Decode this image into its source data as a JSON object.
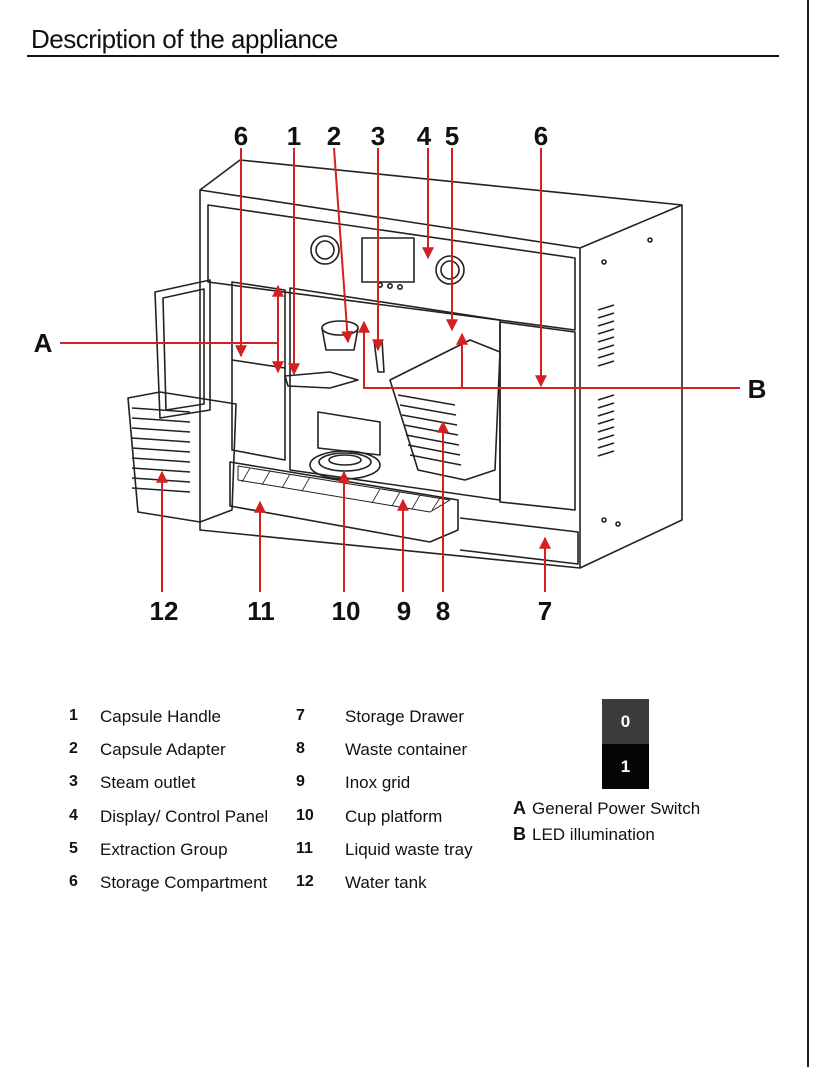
{
  "header": {
    "title": "Description of the appliance"
  },
  "callouts": {
    "top": [
      "6",
      "1",
      "2",
      "3",
      "4",
      "5",
      "6"
    ],
    "bottom": [
      "12",
      "11",
      "10",
      "9",
      "8",
      "7"
    ],
    "side_left": "A",
    "side_right": "B"
  },
  "legend": {
    "left": [
      {
        "num": "1",
        "label": "Capsule Handle"
      },
      {
        "num": "2",
        "label": "Capsule Adapter"
      },
      {
        "num": "3",
        "label": "Steam outlet"
      },
      {
        "num": "4",
        "label": "Display/ Control Panel"
      },
      {
        "num": "5",
        "label": "Extraction Group"
      },
      {
        "num": "6",
        "label": "Storage Compartment"
      }
    ],
    "right": [
      {
        "num": "7",
        "label": "Storage Drawer"
      },
      {
        "num": "8",
        "label": "Waste container"
      },
      {
        "num": "9",
        "label": "Inox grid"
      },
      {
        "num": "10",
        "label": "Cup platform"
      },
      {
        "num": "11",
        "label": "Liquid waste tray"
      },
      {
        "num": "12",
        "label": "Water tank"
      }
    ]
  },
  "power_switch": {
    "top": "0",
    "bottom": "1"
  },
  "letters": [
    {
      "letter": "A",
      "label": "General Power Switch"
    },
    {
      "letter": "B",
      "label": "LED illumination"
    }
  ],
  "colors": {
    "leader": "#d42020",
    "ink": "#111111"
  }
}
